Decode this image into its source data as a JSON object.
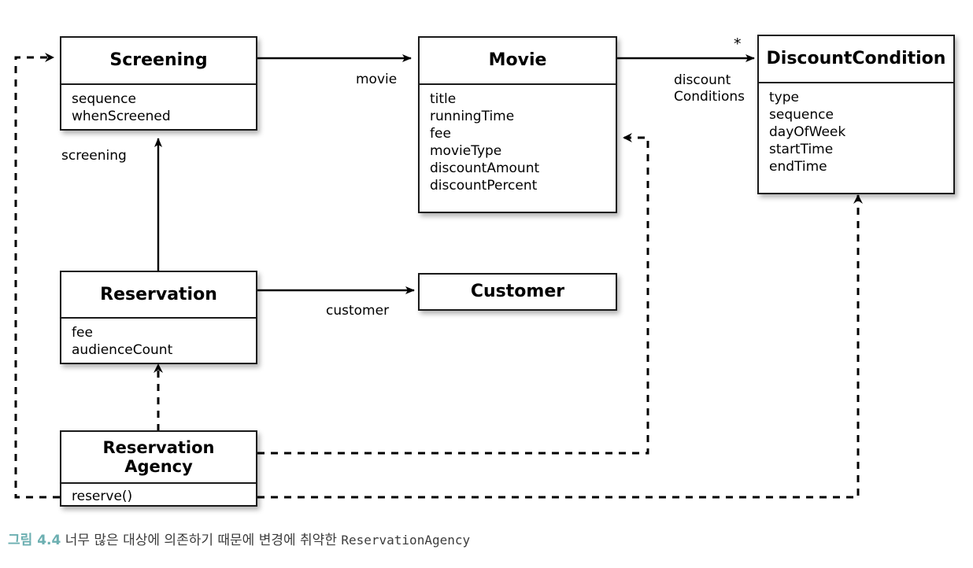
{
  "diagram": {
    "type": "uml-class-diagram",
    "classes": [
      {
        "id": "screening",
        "name": "Screening",
        "attributes": [
          "sequence",
          "whenScreened"
        ]
      },
      {
        "id": "movie",
        "name": "Movie",
        "attributes": [
          "title",
          "runningTime",
          "fee",
          "movieType",
          "discountAmount",
          "discountPercent"
        ]
      },
      {
        "id": "discountCondition",
        "name": "DiscountCondition",
        "attributes": [
          "type",
          "sequence",
          "dayOfWeek",
          "startTime",
          "endTime"
        ]
      },
      {
        "id": "reservation",
        "name": "Reservation",
        "attributes": [
          "fee",
          "audienceCount"
        ]
      },
      {
        "id": "customer",
        "name": "Customer",
        "attributes": []
      },
      {
        "id": "reservationAgency",
        "name": "Reservation\nAgency",
        "attributes": [
          "reserve()"
        ]
      }
    ],
    "edge_labels": {
      "movie": "movie",
      "discount_conditions": "discount\nConditions",
      "screening": "screening",
      "customer": "customer"
    },
    "multiplicities": {
      "discount_conditions": "*"
    },
    "colors": {
      "box_border": "#1a1a1a",
      "box_fill": "#ffffff",
      "line": "#000000",
      "caption_accent": "#6cafb1",
      "caption_text": "#3c3c3c",
      "background": "#ffffff"
    }
  },
  "caption": {
    "figure_number": "그림 4.4",
    "text": " 너무 많은 대상에 의존하기 때문에 변경에 취약한 ",
    "mono_text": "ReservationAgency"
  }
}
